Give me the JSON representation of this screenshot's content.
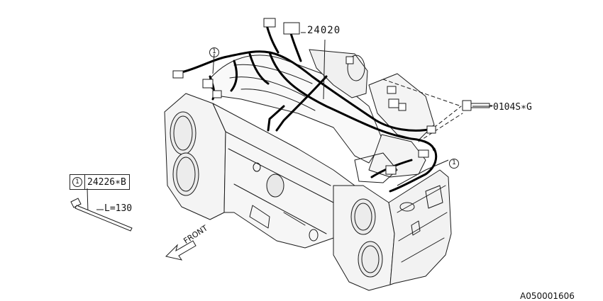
{
  "labels": {
    "harness_part": "24020",
    "bolt_part": "0104S∗G",
    "callout_index": "1",
    "clip_part": "24226∗B",
    "clip_length": "L=130",
    "front": "FRONT",
    "diagram_id": "A050001606"
  },
  "colors": {
    "line": "#1a1a1a",
    "harness": "#000000",
    "engine_fill": "#f2f2f2"
  },
  "icons": {
    "front_arrow": "front-arrow-icon",
    "callout": "callout-circle-icon"
  }
}
